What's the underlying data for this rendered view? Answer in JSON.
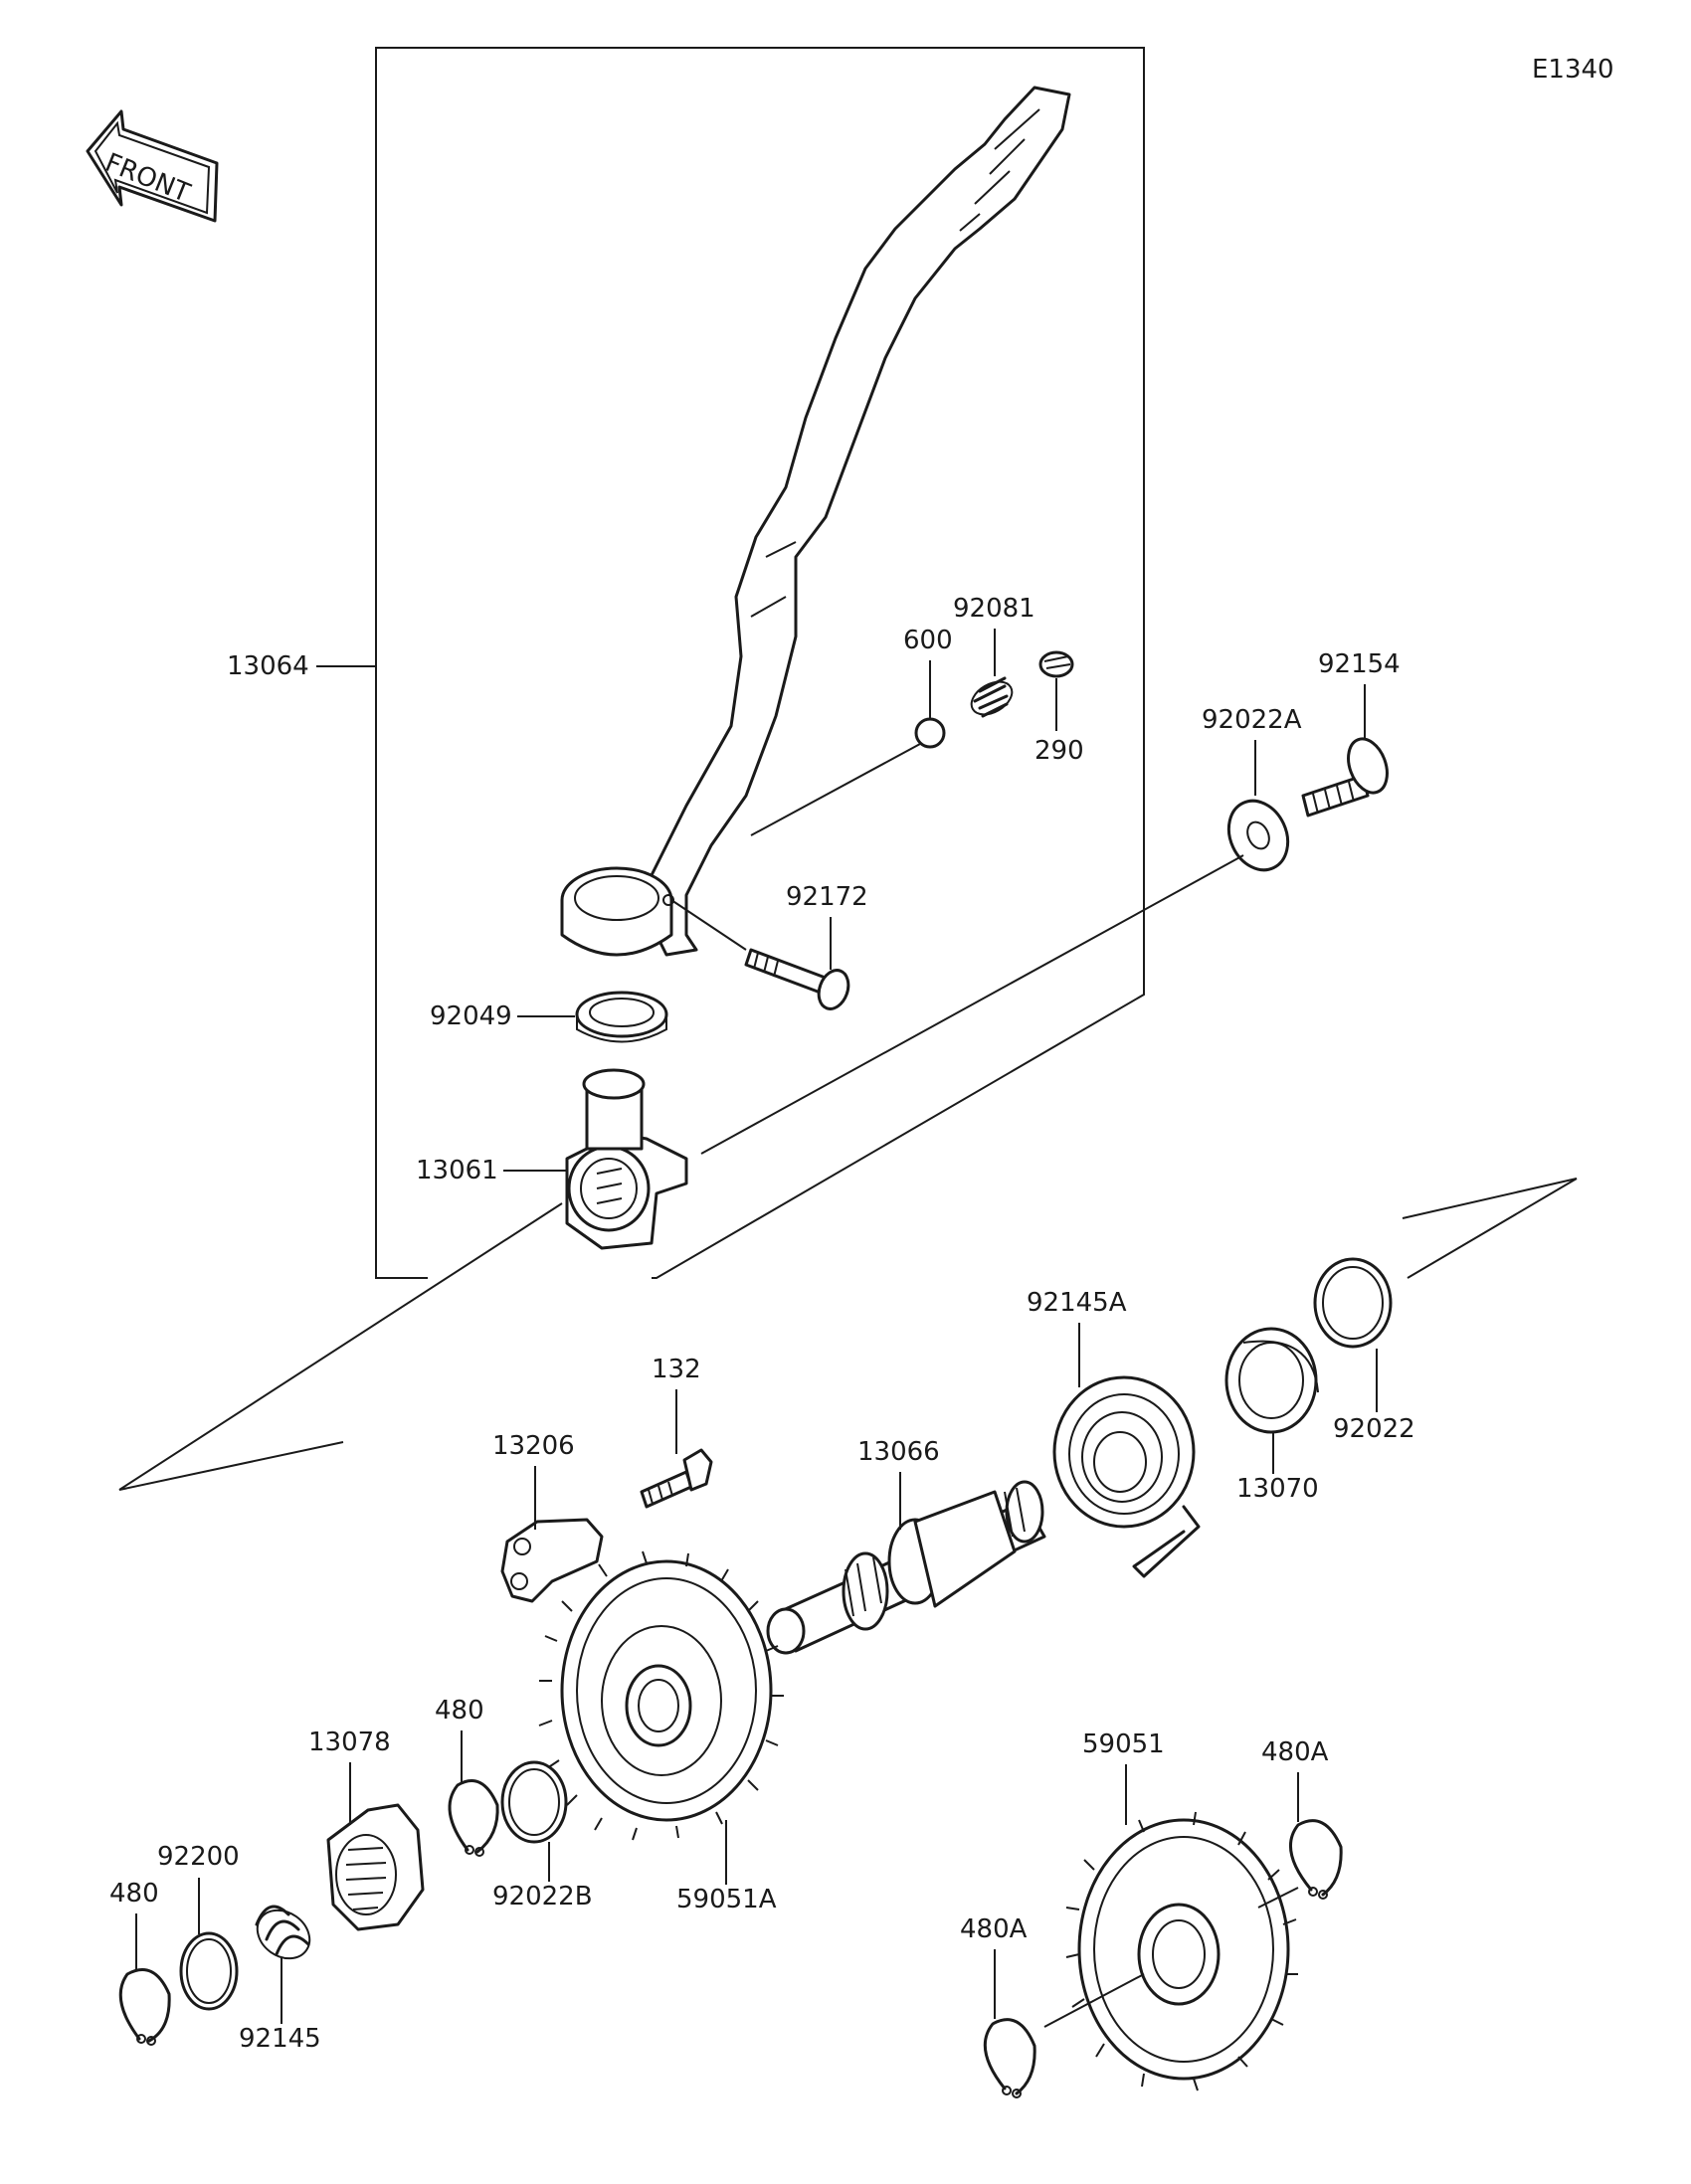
{
  "diagram_code": "E1340",
  "front_label": "FRONT",
  "parts": {
    "p13064": "13064",
    "p600": "600",
    "p92081": "92081",
    "p290": "290",
    "p92154": "92154",
    "p92022A": "92022A",
    "p92172": "92172",
    "p92049": "92049",
    "p13061": "13061",
    "p92145A": "92145A",
    "p132": "132",
    "p13206": "13206",
    "p13066": "13066",
    "p13070": "13070",
    "p92022": "92022",
    "p480a": "480",
    "p13078": "13078",
    "p92200": "92200",
    "p480b": "480",
    "p92145": "92145",
    "p92022B": "92022B",
    "p59051A": "59051A",
    "p59051": "59051",
    "p480A_top": "480A",
    "p480A_bottom": "480A"
  }
}
